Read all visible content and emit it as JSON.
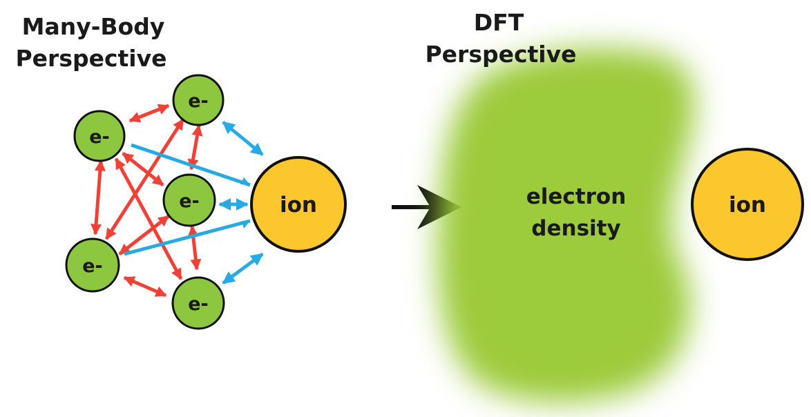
{
  "left_panel": {
    "title_line1": "Many-Body",
    "title_line2": "Perspective",
    "electron_label": "e-",
    "ion_label": "ion"
  },
  "right_panel": {
    "title_line1": "DFT",
    "title_line2": "Perspective",
    "density_line1": "electron",
    "density_line2": "density",
    "ion_label": "ion"
  },
  "colors": {
    "electron_fill": "#8dc63f",
    "ion_fill": "#fcc72c",
    "electron_electron_arrow": "#ef4136",
    "electron_ion_arrow": "#27aae1",
    "density_fill": "#9ccb3b",
    "transition_arrow": "#111111"
  },
  "icons": {
    "transition": "right-arrow-icon"
  }
}
